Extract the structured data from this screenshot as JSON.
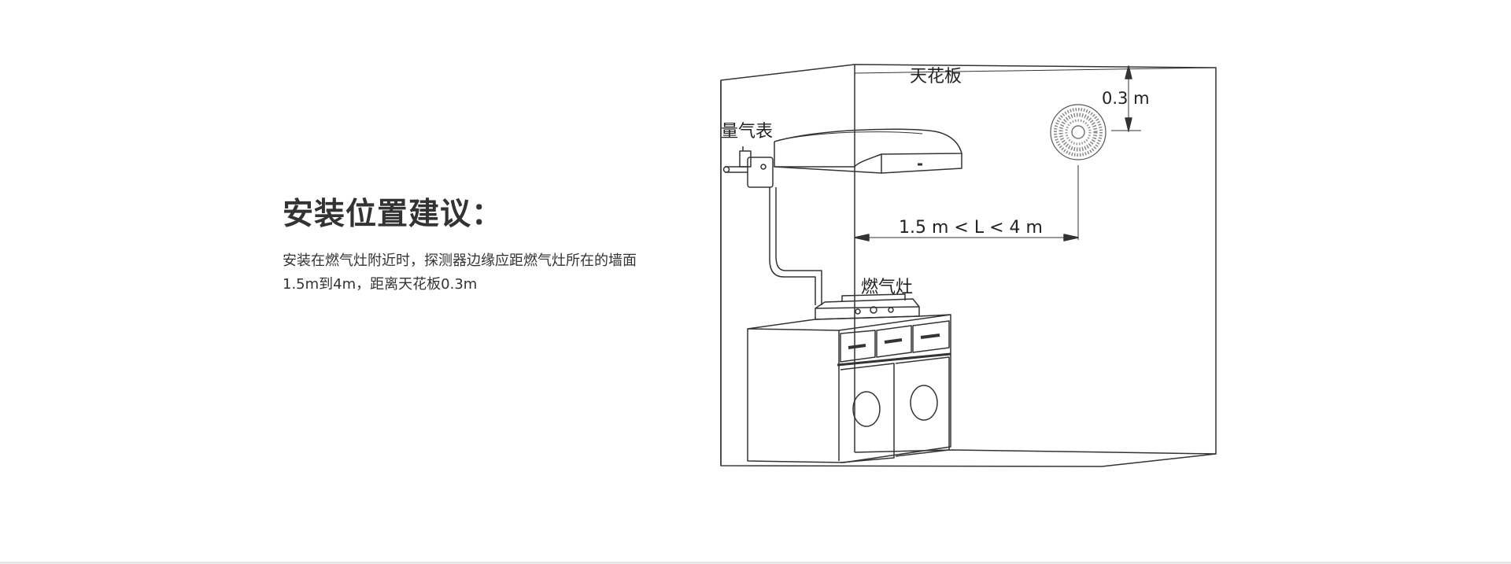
{
  "intro": {
    "heading": "安装位置建议：",
    "description": "安装在燃气灶附近时，探测器边缘应距燃气灶所在的墙面1.5m到4m，距离天花板0.3m"
  },
  "diagram": {
    "ceiling_label": "天花板",
    "gas_meter_label": "量气表",
    "stove_label": "燃气灶",
    "ceiling_distance_label": "0.3 m",
    "wall_distance_label": "1.5 m < L < 4 m"
  }
}
